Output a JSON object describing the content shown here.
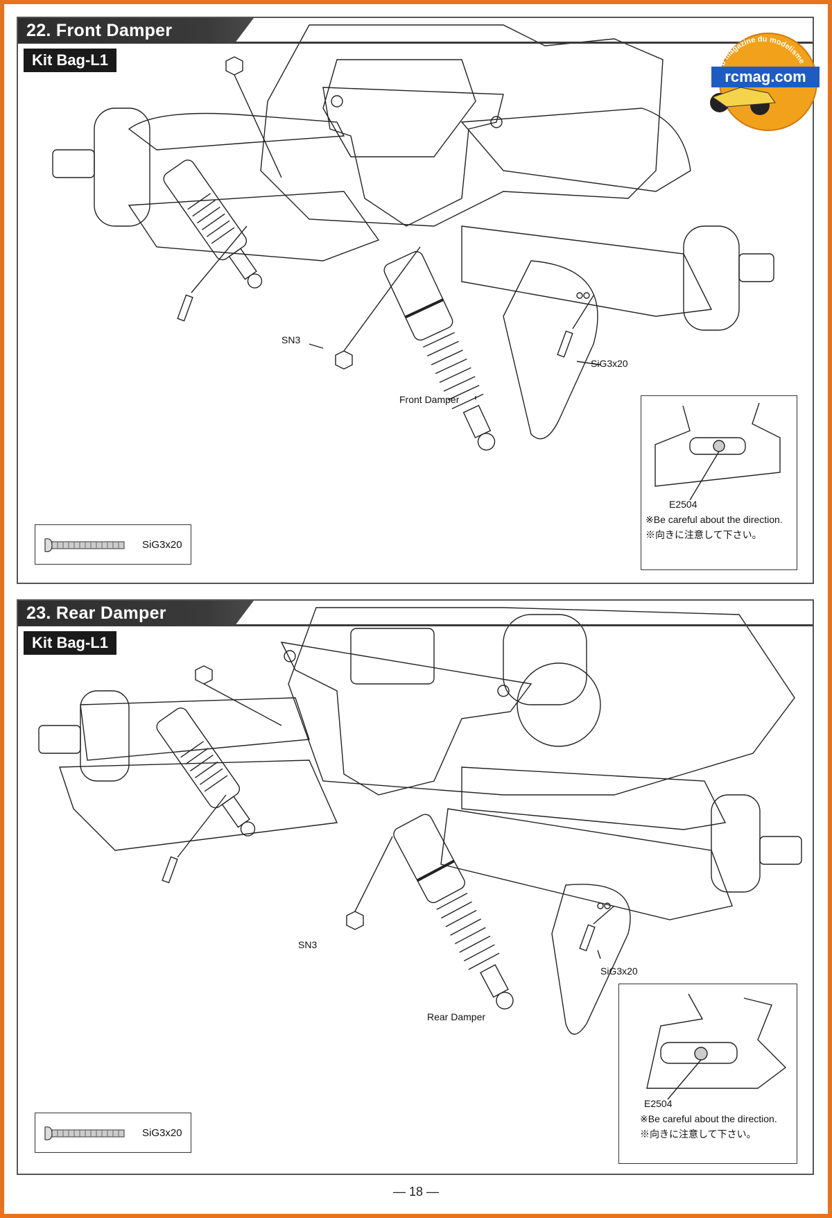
{
  "page_number": "— 18 —",
  "logo": {
    "brand": "rcmag.com",
    "tagline": "Le web magazine du modelisme"
  },
  "steps": [
    {
      "title": "22. Front Damper",
      "kit_bag": "Kit Bag-L1",
      "callouts": {
        "nut": "SN3",
        "screw": "SiG3x20",
        "damper": "Front Damper"
      },
      "screw_box_label": "SiG3x20",
      "detail": {
        "part": "E2504",
        "note_en": "※Be careful about the direction.",
        "note_jp": "※向きに注意して下さい。"
      }
    },
    {
      "title": "23. Rear Damper",
      "kit_bag": "Kit Bag-L1",
      "callouts": {
        "nut": "SN3",
        "screw": "SiG3x20",
        "damper": "Rear Damper"
      },
      "screw_box_label": "SiG3x20",
      "detail": {
        "part": "E2504",
        "note_en": "※Be careful about the direction.",
        "note_jp": "※向きに注意して下さい。"
      }
    }
  ]
}
